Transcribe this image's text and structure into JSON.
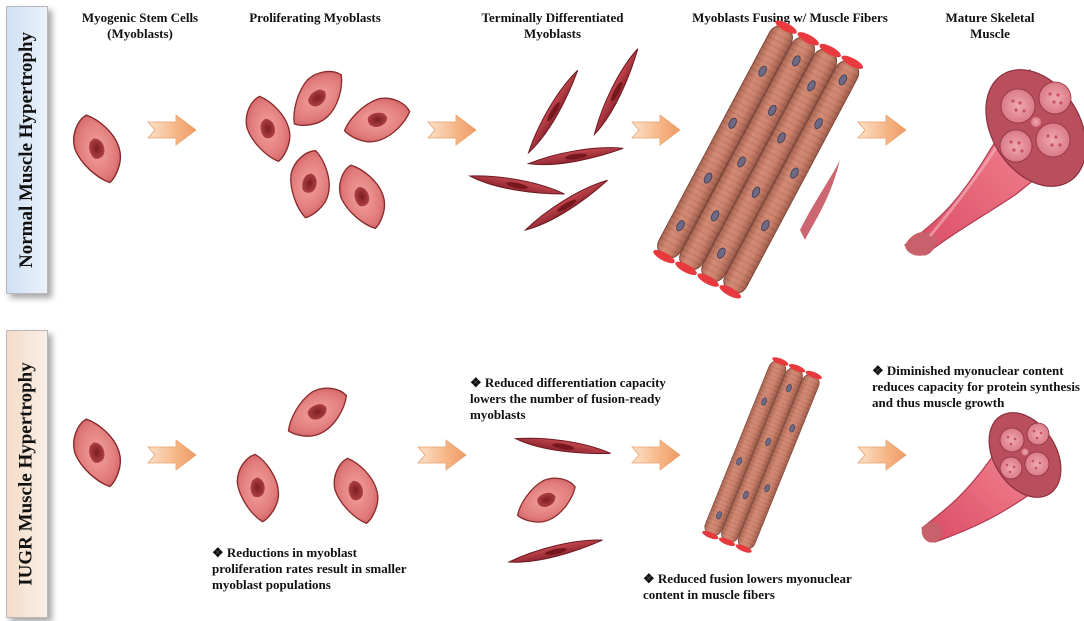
{
  "rows": {
    "normal_label": "Normal Muscle Hypertrophy",
    "iugr_label": "IUGR Muscle Hypertrophy"
  },
  "stages": {
    "stem": "Myogenic Stem Cells (Myoblasts)",
    "proliferating": "Proliferating Myoblasts",
    "differentiated": "Terminally Differentiated Myoblasts",
    "fusing": "Myoblasts Fusing w/ Muscle Fibers",
    "mature": "Mature Skeletal Muscle"
  },
  "notes": {
    "proliferation": "❖ Reductions in myoblast proliferation rates result in smaller myoblast populations",
    "differentiation": "❖ Reduced differentiation capacity lowers the number of fusion-ready myoblasts",
    "fusion": "❖ Reduced fusion lowers myonuclear content in muscle fibers",
    "synthesis": "❖ Diminished myonuclear content reduces capacity for protein synthesis and thus muscle growth"
  },
  "colors": {
    "cell_fill": "#e07a7a",
    "cell_edge": "#8a2b2b",
    "nucleus": "#a83a3a",
    "spindle": "#a8323a",
    "fiber": "#c77f69",
    "arrow": "#f6b585",
    "muscle": "#e35c70",
    "muscle_end": "#c8616b"
  }
}
